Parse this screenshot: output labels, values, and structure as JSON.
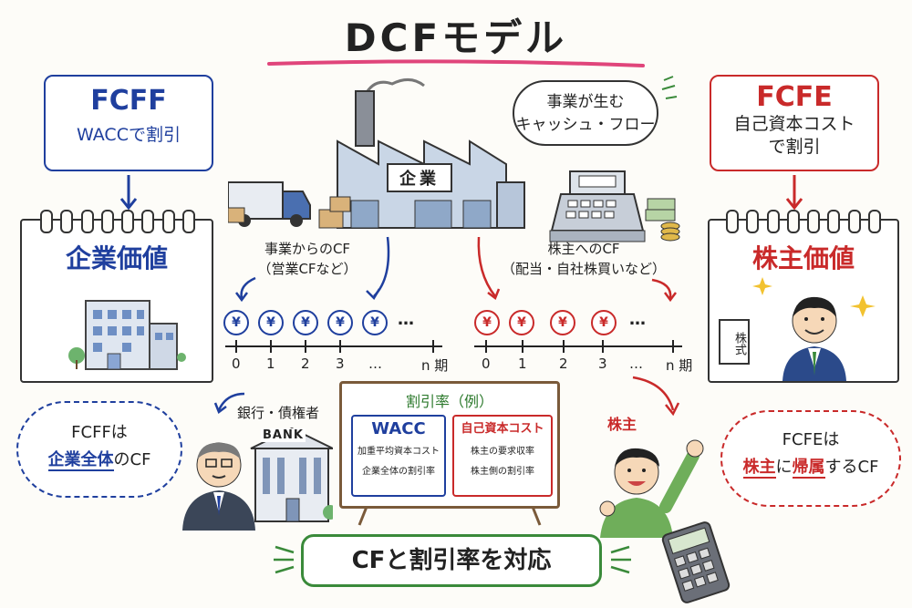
{
  "title": "DCFモデル",
  "fcff_box": {
    "title": "FCFF",
    "sub": "WACCで割引"
  },
  "fcfe_box": {
    "title": "FCFE",
    "sub1": "自己資本コスト",
    "sub2": "で割引"
  },
  "speech_bubble": {
    "line1": "事業が生む",
    "line2": "キャッシュ・フロー"
  },
  "factory_sign": "企業",
  "left_calendar_label": "企業価値",
  "right_calendar_label": "株主価値",
  "stock_certificate": "株式",
  "left_flow": {
    "line1": "事業からのCF",
    "line2": "（営業CFなど）"
  },
  "right_flow": {
    "line1": "株主へのCF",
    "line2": "（配当・自社株買いなど）"
  },
  "coin_symbol": "¥",
  "left_axis": {
    "ticks": [
      "0",
      "1",
      "2",
      "3",
      "…",
      "n 期"
    ],
    "ellipsis": "…"
  },
  "right_axis": {
    "ticks": [
      "0",
      "1",
      "2",
      "3",
      "…",
      "n 期"
    ],
    "ellipsis": "…"
  },
  "creditor_label": "銀行・債権者",
  "bank_sign": "BANK",
  "shareholder_label": "株主",
  "left_cloud": {
    "line1": "FCFFは",
    "line2a": "企業全体",
    "line2b": "のCF"
  },
  "right_cloud": {
    "line1": "FCFEは",
    "line2a": "株主",
    "line2b": "に",
    "line2c": "帰属",
    "line2d": "するCF"
  },
  "board": {
    "title": "割引率（例）",
    "wacc": {
      "title": "WACC",
      "line1": "加重平均資本コスト",
      "line2": "企業全体の割引率"
    },
    "equity": {
      "title": "自己資本コスト",
      "line1": "株主の要求収率",
      "line2": "株主側の割引率"
    }
  },
  "bottom_banner": "CFと割引率を対応",
  "colors": {
    "blue": "#1f3f9e",
    "red": "#c92a2a",
    "green": "#3a8a3a",
    "pink": "#e0457b"
  }
}
